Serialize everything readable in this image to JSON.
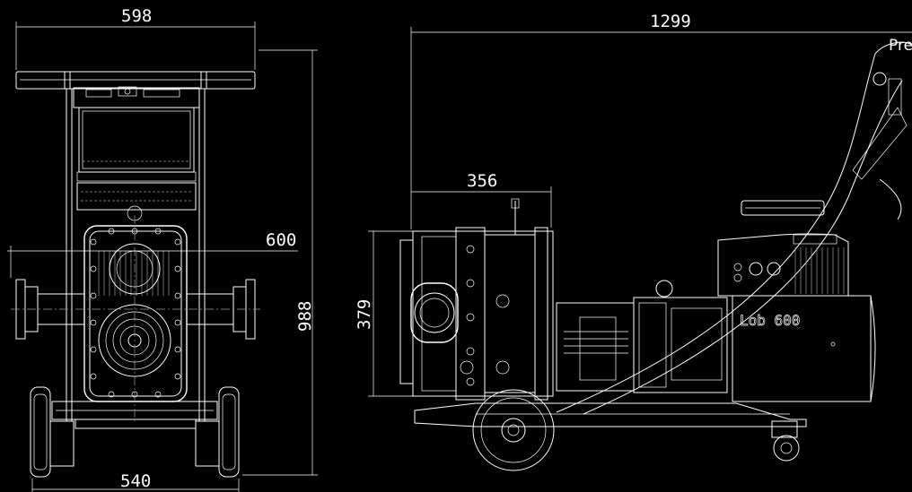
{
  "dimensions": {
    "front_width_top": "598",
    "front_flange_width": "600",
    "front_height": "988",
    "front_wheelbase": "540",
    "side_length": "1299",
    "side_pump_length": "356",
    "side_pump_height": "379"
  },
  "labels": {
    "model_badge": "Lob 600",
    "handle_text": "Pre"
  },
  "colors": {
    "background": "#000000",
    "lines": "#ffffff",
    "hidden": "#9a9a9a"
  }
}
